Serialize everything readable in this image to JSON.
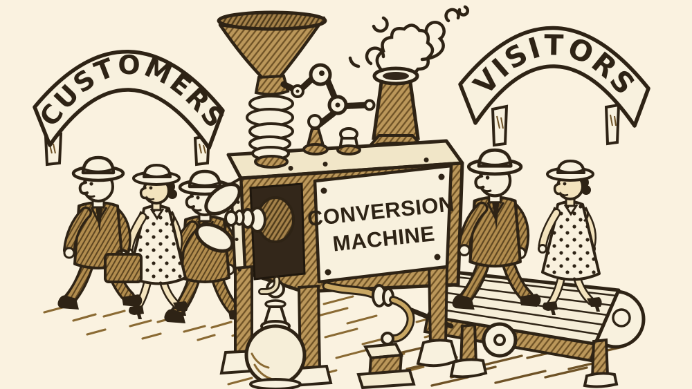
{
  "scene": {
    "description": "Vintage sepia cartoon illustration of a Conversion Machine turning visitors into customers",
    "background_color": "#faf2e0",
    "ink_color": "#2e2315",
    "sepia_color": "#b7935a",
    "cream_color": "#f8f1de"
  },
  "banners": {
    "left_label": "CUSTOMERS",
    "right_label": "VISITORS"
  },
  "machine": {
    "label_line1": "CONVERSION",
    "label_line2": "MACHINE"
  },
  "figures": {
    "customers_walking_out": 3,
    "visitors_walking_in": 2
  }
}
